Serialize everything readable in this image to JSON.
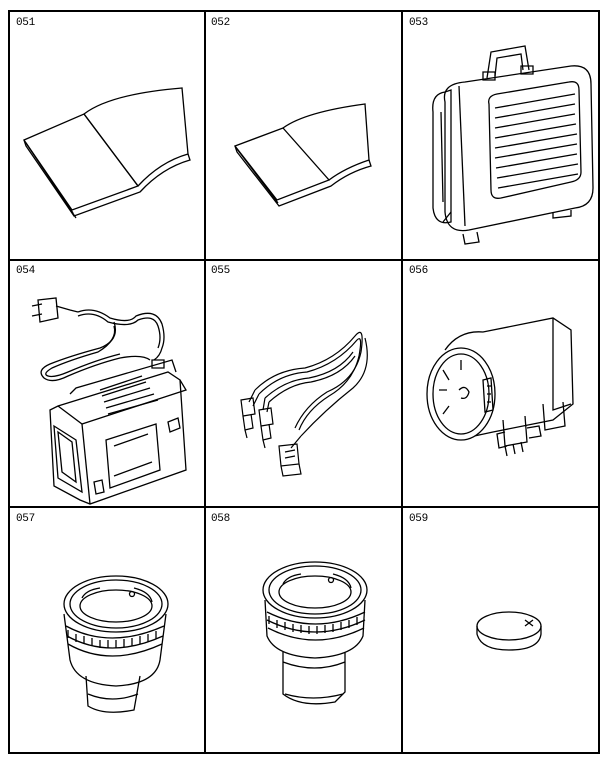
{
  "parts": [
    {
      "number": "051",
      "icon": "manual-large-icon"
    },
    {
      "number": "052",
      "icon": "manual-small-icon"
    },
    {
      "number": "053",
      "icon": "carrying-case-icon"
    },
    {
      "number": "054",
      "icon": "ac-adapter-charger-icon"
    },
    {
      "number": "055",
      "icon": "av-cable-icon"
    },
    {
      "number": "056",
      "icon": "video-light-icon"
    },
    {
      "number": "057",
      "icon": "wide-conversion-lens-icon"
    },
    {
      "number": "058",
      "icon": "tele-conversion-lens-icon"
    },
    {
      "number": "059",
      "icon": "lithium-battery-icon"
    }
  ]
}
